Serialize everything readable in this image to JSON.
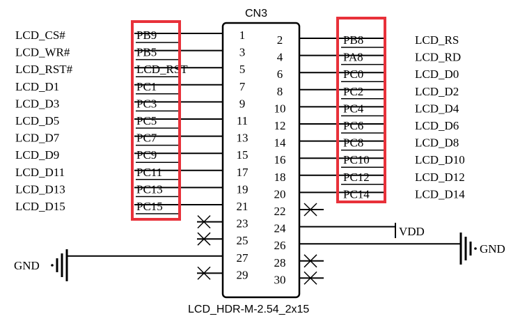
{
  "connector": {
    "ref": "CN3",
    "part": "LCD_HDR-M-2.54_2x15"
  },
  "left_pins": [
    {
      "pin": "1",
      "net": "PB9",
      "label": "LCD_CS#"
    },
    {
      "pin": "3",
      "net": "PB5",
      "label": "LCD_WR#"
    },
    {
      "pin": "5",
      "net": "LCD_RST",
      "label": "LCD_RST#"
    },
    {
      "pin": "7",
      "net": "PC1",
      "label": "LCD_D1"
    },
    {
      "pin": "9",
      "net": "PC3",
      "label": "LCD_D3"
    },
    {
      "pin": "11",
      "net": "PC5",
      "label": "LCD_D5"
    },
    {
      "pin": "13",
      "net": "PC7",
      "label": "LCD_D7"
    },
    {
      "pin": "15",
      "net": "PC9",
      "label": "LCD_D9"
    },
    {
      "pin": "17",
      "net": "PC11",
      "label": "LCD_D11"
    },
    {
      "pin": "19",
      "net": "PC13",
      "label": "LCD_D13"
    },
    {
      "pin": "21",
      "net": "PC15",
      "label": "LCD_D15"
    },
    {
      "pin": "23",
      "net": "",
      "label": "",
      "nc": true
    },
    {
      "pin": "25",
      "net": "",
      "label": "",
      "nc": true
    },
    {
      "pin": "27",
      "net": "",
      "label": "",
      "gnd": true
    },
    {
      "pin": "29",
      "net": "",
      "label": "",
      "nc": true
    }
  ],
  "right_pins": [
    {
      "pin": "2",
      "net": "PB8",
      "label": "LCD_RS"
    },
    {
      "pin": "4",
      "net": "PA8",
      "label": "LCD_RD"
    },
    {
      "pin": "6",
      "net": "PC0",
      "label": "LCD_D0"
    },
    {
      "pin": "8",
      "net": "PC2",
      "label": "LCD_D2"
    },
    {
      "pin": "10",
      "net": "PC4",
      "label": "LCD_D4"
    },
    {
      "pin": "12",
      "net": "PC6",
      "label": "LCD_D6"
    },
    {
      "pin": "14",
      "net": "PC8",
      "label": "LCD_D8"
    },
    {
      "pin": "16",
      "net": "PC10",
      "label": "LCD_D10"
    },
    {
      "pin": "18",
      "net": "PC12",
      "label": "LCD_D12"
    },
    {
      "pin": "20",
      "net": "PC14",
      "label": "LCD_D14"
    },
    {
      "pin": "22",
      "net": "",
      "label": "",
      "nc": true
    },
    {
      "pin": "24",
      "net": "",
      "label": "",
      "vdd": true
    },
    {
      "pin": "26",
      "net": "",
      "label": "",
      "gnd": true
    },
    {
      "pin": "28",
      "net": "",
      "label": "",
      "nc": true
    },
    {
      "pin": "30",
      "net": "",
      "label": "",
      "nc": true
    }
  ],
  "power": {
    "vdd_label": "VDD",
    "gnd_left_label": "GND",
    "gnd_right_label": "GND"
  },
  "highlight_color": "#e8313a"
}
